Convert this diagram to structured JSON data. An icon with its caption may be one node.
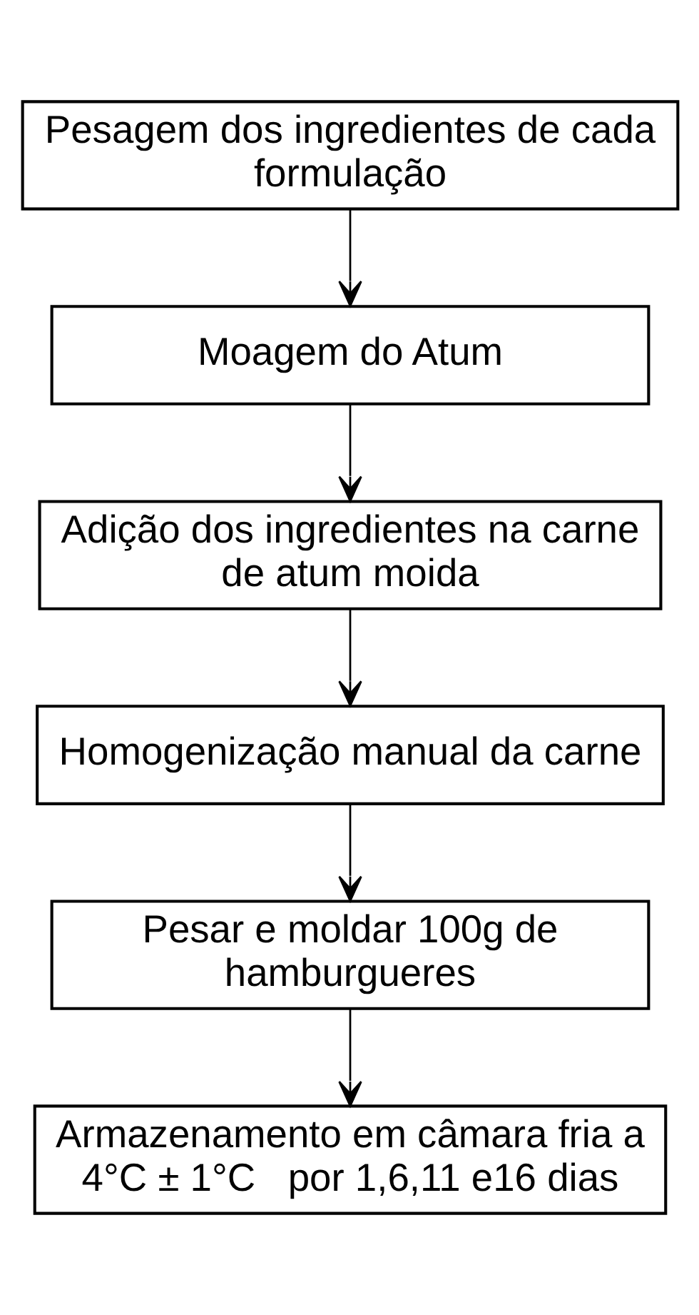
{
  "diagram": {
    "nodes": [
      {
        "text": [
          "Pesagem dos ingredientes de cada formulação"
        ]
      },
      {
        "text": [
          "Moagem do Atum"
        ]
      },
      {
        "text": [
          "Adição dos ingredientes na carne de atum moida"
        ]
      },
      {
        "text": [
          "Homogenização manual da carne"
        ]
      },
      {
        "text": [
          "Pesar e moldar 100g de hamburgueres"
        ]
      },
      {
        "text": [
          "Armazenamento em câmara fria a 4°C ± 1°C   por 1,6,11 e16 dias"
        ]
      }
    ],
    "edges": [
      {
        "from": 0,
        "to": 1,
        "arrow": "to"
      },
      {
        "from": 1,
        "to": 2,
        "arrow": "to"
      },
      {
        "from": 2,
        "to": 3,
        "arrow": "to"
      },
      {
        "from": 3,
        "to": 4,
        "arrow": "to"
      },
      {
        "from": 4,
        "to": 5,
        "arrow": "to"
      }
    ]
  }
}
